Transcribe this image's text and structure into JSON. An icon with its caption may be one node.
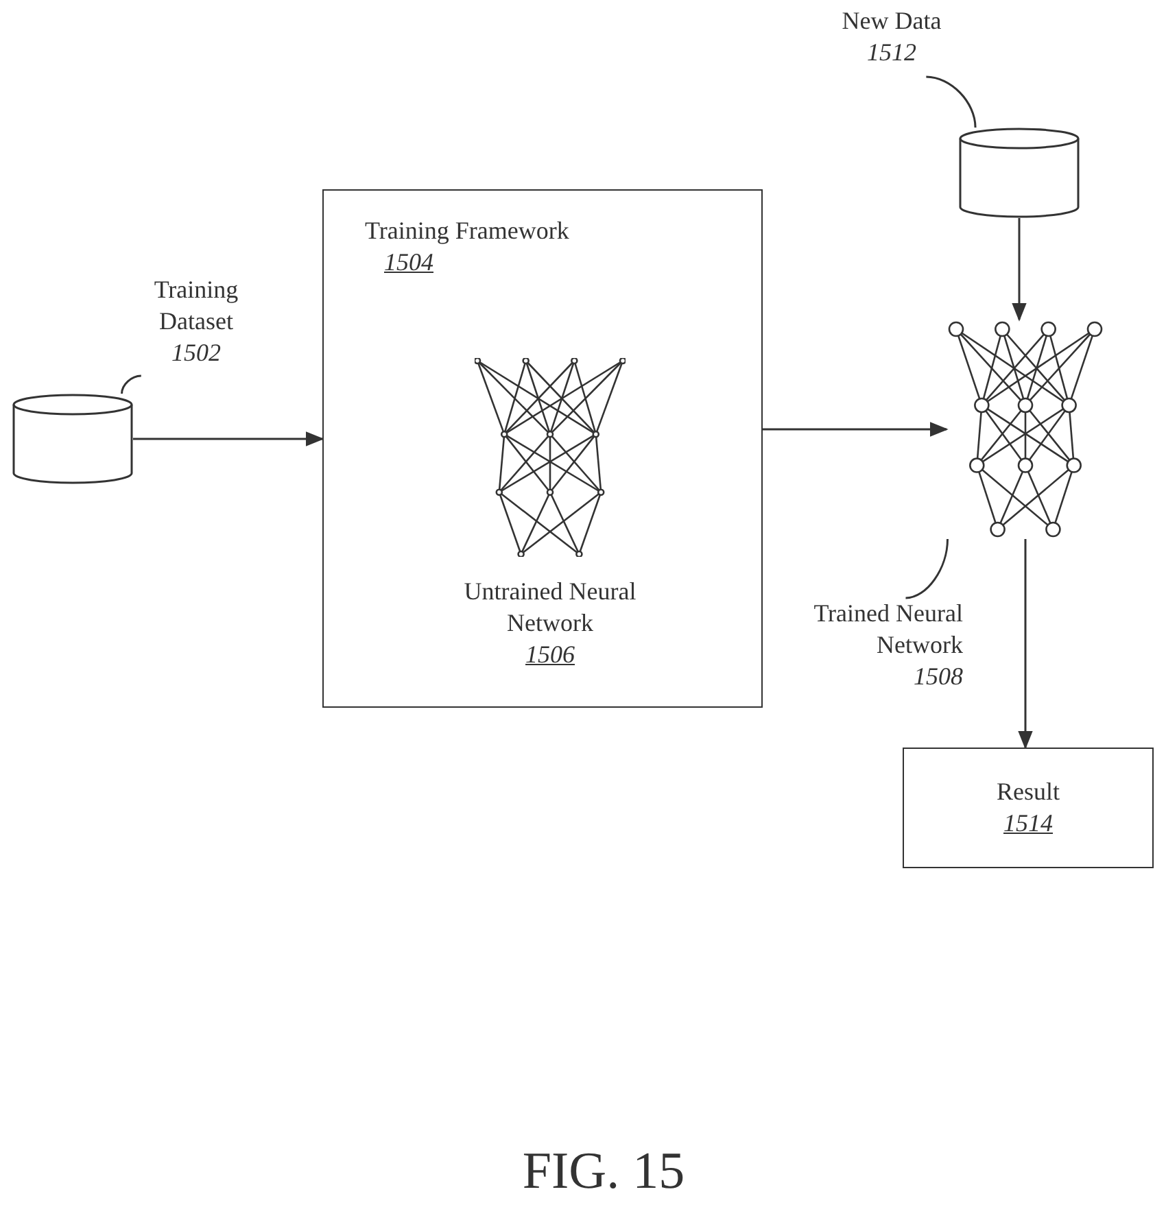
{
  "diagram": {
    "caption": "FIG. 15",
    "nodes": [
      {
        "text": [
          "Training Dataset",
          "1502"
        ]
      },
      {
        "text": [],
        "shape": "cylinder"
      },
      {
        "text": [
          "Training Framework",
          "1504"
        ]
      },
      {
        "text": [
          "Untrained Neural Network",
          "1506"
        ],
        "in": 2
      },
      {
        "text": [
          "New Data",
          "1512"
        ]
      },
      {
        "text": [],
        "shape": "cylinder"
      },
      {
        "text": [],
        "shape": "picture"
      },
      {
        "text": [
          "Trained Neural Network",
          "1508"
        ]
      },
      {
        "text": [
          "Result",
          "1514"
        ]
      }
    ],
    "edges": [
      {
        "from": 0,
        "to": 1,
        "arrow": "none"
      },
      {
        "from": 1,
        "to": 2,
        "arrow": "to"
      },
      {
        "from": 2,
        "to": 6,
        "arrow": "to"
      },
      {
        "from": 4,
        "to": 5,
        "arrow": "none"
      },
      {
        "from": 5,
        "to": 6,
        "arrow": "to"
      },
      {
        "from": 7,
        "to": 6,
        "arrow": "none"
      },
      {
        "from": 6,
        "to": 8,
        "arrow": "to"
      }
    ]
  }
}
